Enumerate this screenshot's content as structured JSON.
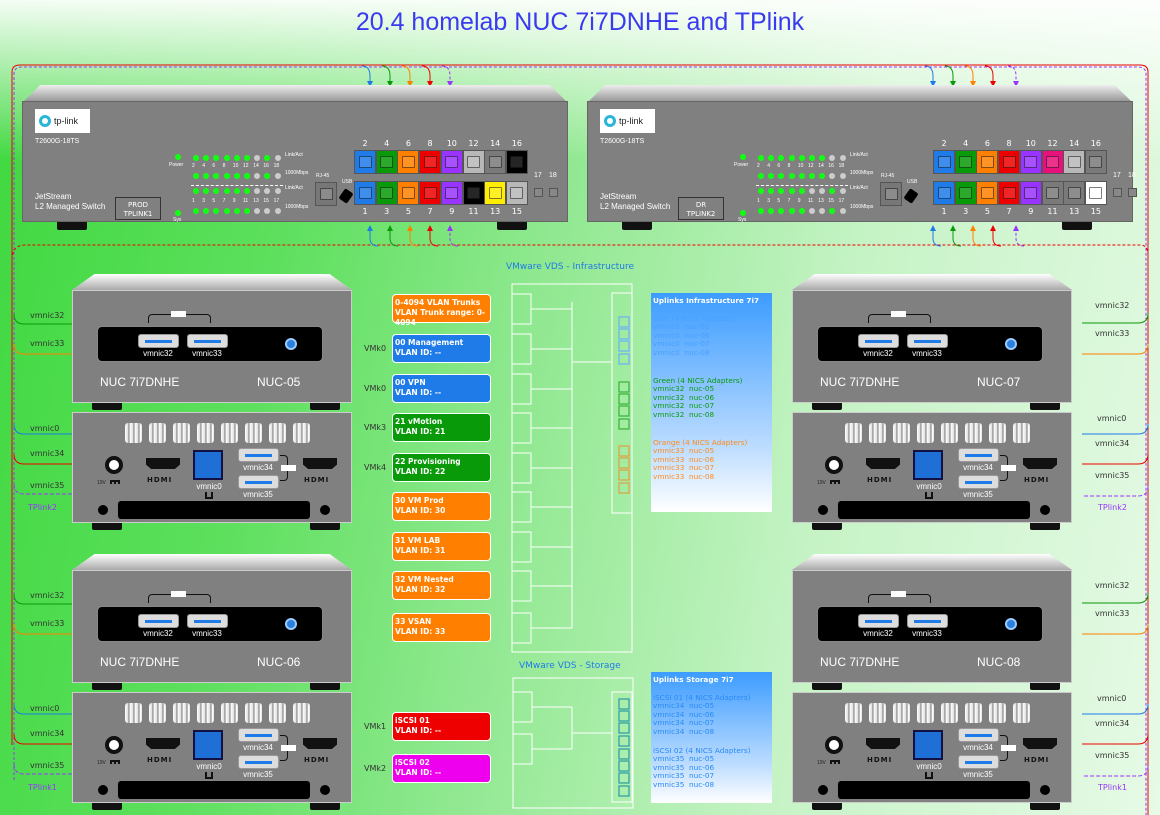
{
  "title": "20.4 homelab NUC 7i7DNHE and TPlink",
  "colors": {
    "blue": "#1e7be8",
    "green": "#089a08",
    "orange": "#ff8000",
    "red": "#ee0000",
    "purple": "#9933ff",
    "pink": "#e8107a",
    "magenta": "#ee00ee",
    "black": "#000000",
    "yellow": "#ffee00",
    "lightgray": "#b8b8b8",
    "gray": "#7a7a7a",
    "white": "#ffffff"
  },
  "switches": [
    {
      "brand": "tp-link",
      "model": "T2600G-18TS",
      "series": "JetStream",
      "subtitle": "L2 Managed Switch",
      "tag1": "PROD",
      "tag2": "TPLINK1",
      "power": "Power",
      "sys": "Sys",
      "link_act": "Link/Act",
      "speed": "1000Mbps",
      "rj45": "RJ-45",
      "usb": "USB",
      "top_ports": [
        {
          "n": "2",
          "c": "blue"
        },
        {
          "n": "4",
          "c": "green"
        },
        {
          "n": "6",
          "c": "orange"
        },
        {
          "n": "8",
          "c": "red"
        },
        {
          "n": "10",
          "c": "purple"
        },
        {
          "n": "12",
          "c": "lightgray"
        },
        {
          "n": "14",
          "c": "gray"
        },
        {
          "n": "16",
          "c": "black"
        }
      ],
      "bottom_ports": [
        {
          "n": "1",
          "c": "blue"
        },
        {
          "n": "3",
          "c": "green"
        },
        {
          "n": "5",
          "c": "orange"
        },
        {
          "n": "7",
          "c": "red"
        },
        {
          "n": "9",
          "c": "purple"
        },
        {
          "n": "11",
          "c": "black"
        },
        {
          "n": "13",
          "c": "yellow"
        },
        {
          "n": "15",
          "c": "lightgray"
        }
      ],
      "sfp_ports": [
        "17",
        "18"
      ],
      "led_top_nums": [
        "2",
        "4",
        "6",
        "8",
        "10",
        "12",
        "14",
        "16",
        "18"
      ],
      "led_bottom_nums": [
        "1",
        "3",
        "5",
        "7",
        "9",
        "11",
        "13",
        "15",
        "17"
      ],
      "led_top_on": [
        1,
        1,
        1,
        1,
        1,
        1,
        0,
        1,
        0
      ],
      "led_bottom_on": [
        1,
        1,
        1,
        1,
        1,
        1,
        0,
        0,
        0
      ]
    },
    {
      "brand": "tp-link",
      "model": "T2600G-18TS",
      "series": "JetStream",
      "subtitle": "L2 Managed Switch",
      "tag1": "DR",
      "tag2": "TPLINK2",
      "power": "Power",
      "sys": "Sys",
      "link_act": "Link/Act",
      "speed": "1000Mbps",
      "rj45": "RJ-45",
      "usb": "USB",
      "top_ports": [
        {
          "n": "2",
          "c": "blue"
        },
        {
          "n": "4",
          "c": "green"
        },
        {
          "n": "6",
          "c": "orange"
        },
        {
          "n": "8",
          "c": "red"
        },
        {
          "n": "10",
          "c": "purple"
        },
        {
          "n": "12",
          "c": "pink"
        },
        {
          "n": "14",
          "c": "lightgray"
        },
        {
          "n": "16",
          "c": "gray"
        }
      ],
      "bottom_ports": [
        {
          "n": "1",
          "c": "blue"
        },
        {
          "n": "3",
          "c": "green"
        },
        {
          "n": "5",
          "c": "orange"
        },
        {
          "n": "7",
          "c": "red"
        },
        {
          "n": "9",
          "c": "purple"
        },
        {
          "n": "11",
          "c": "gray"
        },
        {
          "n": "13",
          "c": "gray"
        },
        {
          "n": "15",
          "c": "white"
        }
      ],
      "sfp_ports": [
        "17",
        "18"
      ],
      "led_top_nums": [
        "2",
        "4",
        "6",
        "8",
        "10",
        "12",
        "14",
        "16",
        "18"
      ],
      "led_bottom_nums": [
        "1",
        "3",
        "5",
        "7",
        "9",
        "11",
        "13",
        "15",
        "17"
      ],
      "led_top_on": [
        1,
        1,
        1,
        1,
        1,
        1,
        1,
        0,
        0
      ],
      "led_bottom_on": [
        1,
        1,
        1,
        1,
        1,
        0,
        0,
        1,
        0
      ]
    }
  ],
  "nucs": [
    {
      "model": "NUC 7i7DNHE",
      "name": "NUC-05",
      "usb_front": [
        "vmnic32",
        "vmnic33"
      ],
      "rj45": "vmnic0",
      "usb_back": [
        "vmnic34",
        "vmnic35"
      ],
      "dc": "19V",
      "hdmi": "HDMI",
      "side": "left",
      "side_labels": [
        "vmnic32",
        "vmnic33",
        "vmnic0",
        "vmnic34",
        "vmnic35"
      ],
      "tplink": "TPlink2"
    },
    {
      "model": "NUC 7i7DNHE",
      "name": "NUC-06",
      "usb_front": [
        "vmnic32",
        "vmnic33"
      ],
      "rj45": "vmnic0",
      "usb_back": [
        "vmnic34",
        "vmnic35"
      ],
      "dc": "19V",
      "hdmi": "HDMI",
      "side": "left",
      "side_labels": [
        "vmnic32",
        "vmnic33",
        "vmnic0",
        "vmnic34",
        "vmnic35"
      ],
      "tplink": "TPlink1"
    },
    {
      "model": "NUC 7i7DNHE",
      "name": "NUC-07",
      "usb_front": [
        "vmnic32",
        "vmnic33"
      ],
      "rj45": "vmnic0",
      "usb_back": [
        "vmnic34",
        "vmnic35"
      ],
      "dc": "19V",
      "hdmi": "HDMI",
      "side": "right",
      "side_labels": [
        "vmnic32",
        "vmnic33",
        "vmnic0",
        "vmnic34",
        "vmnic35"
      ],
      "tplink": "TPlink2"
    },
    {
      "model": "NUC 7i7DNHE",
      "name": "NUC-08",
      "usb_front": [
        "vmnic32",
        "vmnic33"
      ],
      "rj45": "vmnic0",
      "usb_back": [
        "vmnic34",
        "vmnic35"
      ],
      "dc": "19V",
      "hdmi": "HDMI",
      "side": "right",
      "side_labels": [
        "vmnic32",
        "vmnic33",
        "vmnic0",
        "vmnic34",
        "vmnic35"
      ],
      "tplink": "TPlink1"
    }
  ],
  "vds_infra": {
    "title": "VMware VDS - Infrastructure",
    "port_groups": [
      {
        "vmk": "",
        "name": "0-4094 VLAN Trunks",
        "vlan": "VLAN Trunk range: 0-4094",
        "c": "orange"
      },
      {
        "vmk": "VMk0",
        "name": "00 Management",
        "vlan": "VLAN ID: --",
        "c": "blue"
      },
      {
        "vmk": "VMk0",
        "name": "00 VPN",
        "vlan": "VLAN ID: --",
        "c": "blue"
      },
      {
        "vmk": "VMk3",
        "name": "21 vMotion",
        "vlan": "VLAN ID: 21",
        "c": "green"
      },
      {
        "vmk": "VMk4",
        "name": "22 Provisioning",
        "vlan": "VLAN ID: 22",
        "c": "green"
      },
      {
        "vmk": "",
        "name": "30 VM Prod",
        "vlan": "VLAN ID: 30",
        "c": "orange"
      },
      {
        "vmk": "",
        "name": "31 VM LAB",
        "vlan": "VLAN ID: 31",
        "c": "orange"
      },
      {
        "vmk": "",
        "name": "32 VM Nested",
        "vlan": "VLAN ID: 32",
        "c": "orange"
      },
      {
        "vmk": "",
        "name": "33 VSAN",
        "vlan": "VLAN ID: 33",
        "c": "orange"
      }
    ],
    "uplinks": {
      "title": "Uplinks Infrastructure 7i7",
      "groups": [
        {
          "title": "Blue (4 NICS Adapters)",
          "c": "#4aa0ff",
          "items": [
            "vmnic0  nuc-05",
            "vmnic0  nuc-06",
            "vmnic0  nuc-07",
            "vmnic0  nuc-08"
          ]
        },
        {
          "title": "Green (4 NICS Adapters)",
          "c": "#0a9a0a",
          "items": [
            "vmnic32  nuc-05",
            "vmnic32  nuc-06",
            "vmnic32  nuc-07",
            "vmnic32  nuc-08"
          ]
        },
        {
          "title": "Orange (4 NICS Adapters)",
          "c": "#ff8a1a",
          "items": [
            "vmnic33  nuc-05",
            "vmnic33  nuc-06",
            "vmnic33  nuc-07",
            "vmnic33  nuc-08"
          ]
        }
      ]
    }
  },
  "vds_storage": {
    "title": "VMware VDS - Storage",
    "port_groups": [
      {
        "vmk": "VMk1",
        "name": "iSCSI 01",
        "vlan": "VLAN ID: --",
        "c": "red"
      },
      {
        "vmk": "VMk2",
        "name": "iSCSI 02",
        "vlan": "VLAN ID: --",
        "c": "magenta"
      }
    ],
    "uplinks": {
      "title": "Uplinks Storage 7i7",
      "groups": [
        {
          "title": "iSCSI 01 (4 NICS Adapters)",
          "c": "#2a8af5",
          "items": [
            "vmnic34  nuc-05",
            "vmnic34  nuc-06",
            "vmnic34  nuc-07",
            "vmnic34  nuc-08"
          ]
        },
        {
          "title": "iSCSI 02 (4 NICS Adapters)",
          "c": "#2a8af5",
          "items": [
            "vmnic35  nuc-05",
            "vmnic35  nuc-06",
            "vmnic35  nuc-07",
            "vmnic35  nuc-08"
          ]
        }
      ]
    }
  }
}
